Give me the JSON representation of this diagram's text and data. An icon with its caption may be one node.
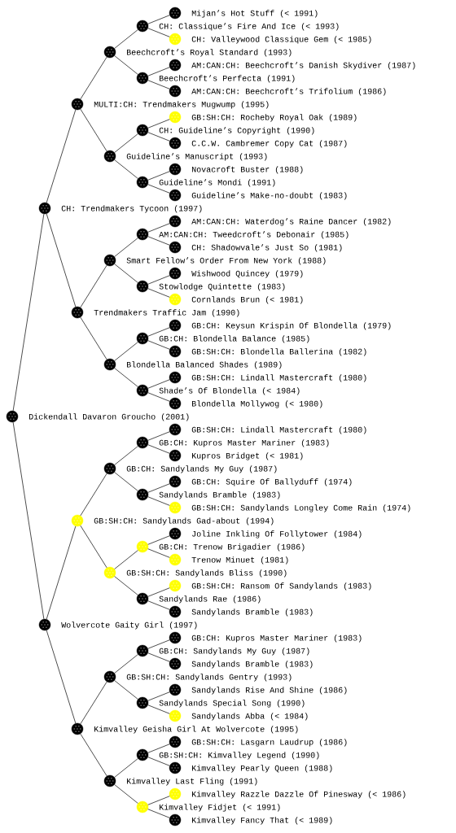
{
  "diagram": {
    "nodes": [
      {
        "text": [],
        "shape": "circle",
        "beside": [
          "Mijan’s Hot Stuff (< 1991)"
        ]
      },
      {
        "text": [],
        "shape": "circle"
      },
      {
        "text": [],
        "shape": "circle",
        "beside": [
          "CH: Valleywood Classique Gem (< 1985)"
        ]
      },
      {
        "text": [],
        "shape": "circle"
      },
      {
        "text": [],
        "shape": "circle",
        "beside": [
          "AM:CAN:CH: Beechcroft’s Danish Skydiver (1987)"
        ]
      },
      {
        "text": [],
        "shape": "circle"
      },
      {
        "text": [],
        "shape": "circle",
        "beside": [
          "AM:CAN:CH: Beechcroft’s Trifolium (1986)"
        ]
      },
      {
        "text": [],
        "shape": "circle"
      },
      {
        "text": [],
        "shape": "circle",
        "beside": [
          "GB:SH:CH: Rocheby Royal Oak (1989)"
        ]
      },
      {
        "text": [],
        "shape": "circle"
      },
      {
        "text": [],
        "shape": "circle",
        "beside": [
          "C.C.W. Cambremer Copy Cat (1987)"
        ]
      },
      {
        "text": [],
        "shape": "circle"
      },
      {
        "text": [],
        "shape": "circle",
        "beside": [
          "Novacroft Buster (1988)"
        ]
      },
      {
        "text": [],
        "shape": "circle"
      },
      {
        "text": [],
        "shape": "circle",
        "beside": [
          "Guideline’s Make-no-doubt (1983)"
        ]
      },
      {
        "text": [],
        "shape": "circle"
      },
      {
        "text": [],
        "shape": "circle",
        "beside": [
          "AM:CAN:CH: Waterdog’s Raine Dancer (1982)"
        ]
      },
      {
        "text": [],
        "shape": "circle"
      },
      {
        "text": [],
        "shape": "circle",
        "beside": [
          "CH: Shadowvale’s Just So (1981)"
        ]
      },
      {
        "text": [],
        "shape": "circle"
      },
      {
        "text": [],
        "shape": "circle",
        "beside": [
          "Wishwood Quincey (1979)"
        ]
      },
      {
        "text": [],
        "shape": "circle"
      },
      {
        "text": [],
        "shape": "circle",
        "beside": [
          "Cornlands Brun (< 1981)"
        ]
      },
      {
        "text": [],
        "shape": "circle"
      },
      {
        "text": [],
        "shape": "circle",
        "beside": [
          "GB:CH: Keysun Krispin Of Blondella (1979)"
        ]
      },
      {
        "text": [],
        "shape": "circle"
      },
      {
        "text": [],
        "shape": "circle",
        "beside": [
          "GB:SH:CH: Blondella Ballerina (1982)"
        ]
      },
      {
        "text": [],
        "shape": "circle"
      },
      {
        "text": [],
        "shape": "circle",
        "beside": [
          "GB:SH:CH: Lindall Mastercraft (1980)"
        ]
      },
      {
        "text": [],
        "shape": "circle"
      },
      {
        "text": [],
        "shape": "circle",
        "beside": [
          "Blondella Mollywog (< 1980)"
        ]
      },
      {
        "text": [],
        "shape": "circle"
      },
      {
        "text": [],
        "shape": "circle",
        "beside": [
          "GB:SH:CH: Lindall Mastercraft (1980)"
        ]
      },
      {
        "text": [],
        "shape": "circle"
      },
      {
        "text": [],
        "shape": "circle",
        "beside": [
          "Kupros Bridget (< 1981)"
        ]
      },
      {
        "text": [],
        "shape": "circle"
      },
      {
        "text": [],
        "shape": "circle",
        "beside": [
          "GB:CH: Squire Of Ballyduff (1974)"
        ]
      },
      {
        "text": [],
        "shape": "circle"
      },
      {
        "text": [],
        "shape": "circle",
        "beside": [
          "GB:SH:CH: Sandylands Longley Come Rain (1974)"
        ]
      },
      {
        "text": [],
        "shape": "circle"
      },
      {
        "text": [],
        "shape": "circle",
        "beside": [
          "Joline Inkling Of Follytower (1984)"
        ]
      },
      {
        "text": [],
        "shape": "circle"
      },
      {
        "text": [],
        "shape": "circle",
        "beside": [
          "Trenow Minuet (1981)"
        ]
      },
      {
        "text": [],
        "shape": "circle"
      },
      {
        "text": [],
        "shape": "circle",
        "beside": [
          "GB:SH:CH: Ransom Of Sandylands (1983)"
        ]
      },
      {
        "text": [],
        "shape": "circle"
      },
      {
        "text": [],
        "shape": "circle",
        "beside": [
          "Sandylands Bramble (1983)"
        ]
      },
      {
        "text": [],
        "shape": "circle"
      },
      {
        "text": [],
        "shape": "circle",
        "beside": [
          "GB:CH: Kupros Master Mariner (1983)"
        ]
      },
      {
        "text": [],
        "shape": "circle"
      },
      {
        "text": [],
        "shape": "circle",
        "beside": [
          "Sandylands Bramble (1983)"
        ]
      },
      {
        "text": [],
        "shape": "circle"
      },
      {
        "text": [],
        "shape": "circle",
        "beside": [
          "Sandylands Rise And Shine (1986)"
        ]
      },
      {
        "text": [],
        "shape": "circle"
      },
      {
        "text": [],
        "shape": "circle",
        "beside": [
          "Sandylands Abba (< 1984)"
        ]
      },
      {
        "text": [],
        "shape": "circle"
      },
      {
        "text": [],
        "shape": "circle",
        "beside": [
          "GB:SH:CH: Lasgarn Laudrup (1986)"
        ]
      },
      {
        "text": [],
        "shape": "circle"
      },
      {
        "text": [],
        "shape": "circle",
        "beside": [
          "Kimvalley Pearly Queen (1988)"
        ]
      },
      {
        "text": [],
        "shape": "circle"
      },
      {
        "text": [],
        "shape": "circle",
        "beside": [
          "Kimvalley Razzle Dazzle Of Pinesway (< 1986)"
        ]
      },
      {
        "text": [],
        "shape": "circle"
      },
      {
        "text": [],
        "shape": "circle",
        "beside": [
          "Kimvalley Fancy That (< 1989)"
        ]
      }
    ],
    "edges": [
      {
        "from": 31,
        "to": 15,
        "arrow": "none"
      },
      {
        "from": 31,
        "to": 47,
        "arrow": "none"
      },
      {
        "from": 15,
        "to": 7,
        "arrow": "none"
      },
      {
        "from": 15,
        "to": 23,
        "arrow": "none"
      },
      {
        "from": 47,
        "to": 39,
        "arrow": "none"
      },
      {
        "from": 47,
        "to": 55,
        "arrow": "none"
      },
      {
        "from": 7,
        "to": 3,
        "arrow": "none"
      },
      {
        "from": 7,
        "to": 11,
        "arrow": "none"
      },
      {
        "from": 23,
        "to": 19,
        "arrow": "none"
      },
      {
        "from": 23,
        "to": 27,
        "arrow": "none"
      },
      {
        "from": 39,
        "to": 35,
        "arrow": "none"
      },
      {
        "from": 39,
        "to": 43,
        "arrow": "none"
      },
      {
        "from": 55,
        "to": 51,
        "arrow": "none"
      },
      {
        "from": 55,
        "to": 59,
        "arrow": "none"
      },
      {
        "from": 3,
        "to": 1,
        "arrow": "none"
      },
      {
        "from": 3,
        "to": 5,
        "arrow": "none"
      },
      {
        "from": 11,
        "to": 9,
        "arrow": "none"
      },
      {
        "from": 11,
        "to": 13,
        "arrow": "none"
      },
      {
        "from": 19,
        "to": 17,
        "arrow": "none"
      },
      {
        "from": 19,
        "to": 21,
        "arrow": "none"
      },
      {
        "from": 27,
        "to": 25,
        "arrow": "none"
      },
      {
        "from": 27,
        "to": 29,
        "arrow": "none"
      },
      {
        "from": 35,
        "to": 33,
        "arrow": "none"
      },
      {
        "from": 35,
        "to": 37,
        "arrow": "none"
      },
      {
        "from": 43,
        "to": 41,
        "arrow": "none"
      },
      {
        "from": 43,
        "to": 45,
        "arrow": "none"
      },
      {
        "from": 51,
        "to": 49,
        "arrow": "none"
      },
      {
        "from": 51,
        "to": 53,
        "arrow": "none"
      },
      {
        "from": 59,
        "to": 57,
        "arrow": "none"
      },
      {
        "from": 59,
        "to": 61,
        "arrow": "none"
      },
      {
        "from": 1,
        "to": 0,
        "arrow": "none"
      },
      {
        "from": 1,
        "to": 2,
        "arrow": "none"
      },
      {
        "from": 5,
        "to": 4,
        "arrow": "none"
      },
      {
        "from": 5,
        "to": 6,
        "arrow": "none"
      },
      {
        "from": 9,
        "to": 8,
        "arrow": "none"
      },
      {
        "from": 9,
        "to": 10,
        "arrow": "none"
      },
      {
        "from": 13,
        "to": 12,
        "arrow": "none"
      },
      {
        "from": 13,
        "to": 14,
        "arrow": "none"
      },
      {
        "from": 17,
        "to": 16,
        "arrow": "none"
      },
      {
        "from": 17,
        "to": 18,
        "arrow": "none"
      },
      {
        "from": 21,
        "to": 20,
        "arrow": "none"
      },
      {
        "from": 21,
        "to": 22,
        "arrow": "none"
      },
      {
        "from": 25,
        "to": 24,
        "arrow": "none"
      },
      {
        "from": 25,
        "to": 26,
        "arrow": "none"
      },
      {
        "from": 29,
        "to": 28,
        "arrow": "none"
      },
      {
        "from": 29,
        "to": 30,
        "arrow": "none"
      },
      {
        "from": 33,
        "to": 32,
        "arrow": "none"
      },
      {
        "from": 33,
        "to": 34,
        "arrow": "none"
      },
      {
        "from": 37,
        "to": 36,
        "arrow": "none"
      },
      {
        "from": 37,
        "to": 38,
        "arrow": "none"
      },
      {
        "from": 41,
        "to": 40,
        "arrow": "none"
      },
      {
        "from": 41,
        "to": 42,
        "arrow": "none"
      },
      {
        "from": 45,
        "to": 44,
        "arrow": "none"
      },
      {
        "from": 45,
        "to": 46,
        "arrow": "none"
      },
      {
        "from": 49,
        "to": 48,
        "arrow": "none"
      },
      {
        "from": 49,
        "to": 50,
        "arrow": "none"
      },
      {
        "from": 53,
        "to": 52,
        "arrow": "none"
      },
      {
        "from": 53,
        "to": 54,
        "arrow": "none"
      },
      {
        "from": 57,
        "to": 56,
        "arrow": "none"
      },
      {
        "from": 57,
        "to": 58,
        "arrow": "none"
      },
      {
        "from": 61,
        "to": 60,
        "arrow": "none"
      },
      {
        "from": 61,
        "to": 62,
        "arrow": "none"
      }
    ],
    "labels": [
      "CH: Classique’s Fire And Ice (< 1993)",
      "Beechcroft’s Royal Standard (1993)",
      "Beechcroft’s Perfecta (1991)",
      "MULTI:CH: Trendmakers Mugwump (1995)",
      "CH: Guideline’s Copyright (1990)",
      "Guideline’s Manuscript (1993)",
      "Guideline’s Mondi (1991)",
      "CH: Trendmakers Tycoon (1997)",
      "AM:CAN:CH: Tweedcroft’s Debonair (1985)",
      "Smart Fellow’s Order From New York (1988)",
      "Stowlodge Quintette (1983)",
      "Trendmakers Traffic Jam (1990)",
      "GB:CH: Blondella Balance (1985)",
      "Blondella Balanced Shades (1989)",
      "Shade’s Of Blondella (< 1984)",
      "Dickendall Davaron Groucho (2001)",
      "GB:CH: Kupros Master Mariner (1983)",
      "GB:CH: Sandylands My Guy (1987)",
      "Sandylands Bramble (1983)",
      "GB:SH:CH: Sandylands Gad-about (1994)",
      "GB:CH: Trenow Brigadier (1986)",
      "GB:SH:CH: Sandylands Bliss (1990)",
      "Sandylands Rae (1986)",
      "Wolvercote Gaity Girl (1997)",
      "GB:CH: Sandylands My Guy (1987)",
      "GB:SH:CH: Sandylands Gentry (1993)",
      "Sandylands Special Song (1990)",
      "Kimvalley Geisha Girl At Wolvercote (1995)",
      "GB:SH:CH: Kimvalley Legend (1990)",
      "Kimvalley Last Fling (1991)",
      "Kimvalley Fidjet (< 1991)"
    ]
  }
}
